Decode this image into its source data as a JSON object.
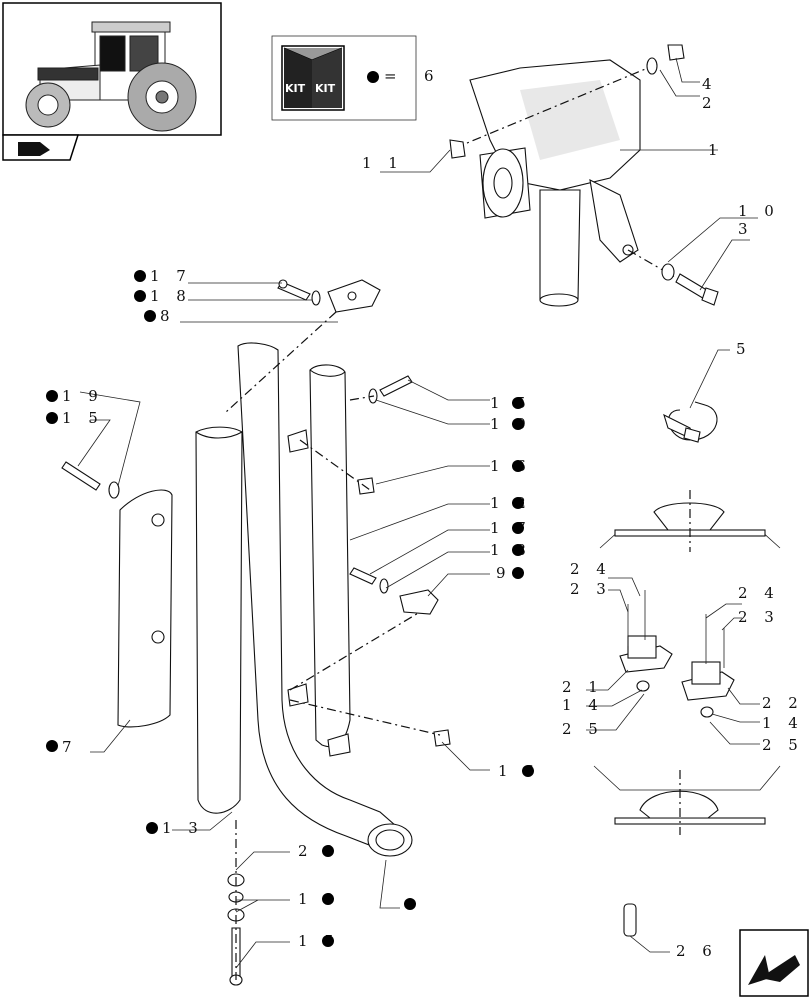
{
  "kit_box": {
    "kit_text": "KIT",
    "kit_text_2": "KIT",
    "equals": "=",
    "number": "6"
  },
  "callouts": [
    {
      "id": "c1",
      "text": "1",
      "dot": false
    },
    {
      "id": "c2",
      "text": "2",
      "dot": false
    },
    {
      "id": "c3",
      "text": "3",
      "dot": false
    },
    {
      "id": "c4",
      "text": "4",
      "dot": false
    },
    {
      "id": "c5",
      "text": "5",
      "dot": false
    },
    {
      "id": "c7",
      "text": "7",
      "dot": true
    },
    {
      "id": "c8",
      "text": "8",
      "dot": true
    },
    {
      "id": "c9",
      "text": "9",
      "dot": true
    },
    {
      "id": "c10",
      "text": "1 0",
      "dot": false
    },
    {
      "id": "c11",
      "text": "1 1",
      "dot": false
    },
    {
      "id": "c12",
      "text": "1 2",
      "dot": true
    },
    {
      "id": "c13",
      "text": "1 3",
      "dot": true
    },
    {
      "id": "c14a",
      "text": "1 4",
      "dot": false
    },
    {
      "id": "c14b",
      "text": "1 4",
      "dot": false
    },
    {
      "id": "c15a",
      "text": "1 5",
      "dot": true
    },
    {
      "id": "c15b",
      "text": "1 5",
      "dot": true
    },
    {
      "id": "c15c",
      "text": "1 5",
      "dot": true
    },
    {
      "id": "c16a",
      "text": "1 6",
      "dot": true
    },
    {
      "id": "c16b",
      "text": "1 6",
      "dot": true
    },
    {
      "id": "c17a",
      "text": "1 7",
      "dot": true
    },
    {
      "id": "c17b",
      "text": "1 7",
      "dot": true
    },
    {
      "id": "c18a",
      "text": "1 8",
      "dot": true
    },
    {
      "id": "c18b",
      "text": "1 8",
      "dot": true
    },
    {
      "id": "c19a",
      "text": "1 9",
      "dot": true
    },
    {
      "id": "c19b",
      "text": "1 9",
      "dot": true
    },
    {
      "id": "c19c",
      "text": "1 9",
      "dot": true
    },
    {
      "id": "c20",
      "text": "2 0",
      "dot": true
    },
    {
      "id": "c21",
      "text": "2 1",
      "dot": false
    },
    {
      "id": "c22",
      "text": "2 2",
      "dot": false
    },
    {
      "id": "c23a",
      "text": "2 3",
      "dot": false
    },
    {
      "id": "c23b",
      "text": "2 3",
      "dot": false
    },
    {
      "id": "c24a",
      "text": "2 4",
      "dot": false
    },
    {
      "id": "c24b",
      "text": "2 4",
      "dot": false
    },
    {
      "id": "c25a",
      "text": "2 5",
      "dot": false
    },
    {
      "id": "c25b",
      "text": "2 5",
      "dot": false
    },
    {
      "id": "c26",
      "text": "2 6",
      "dot": false
    },
    {
      "id": "cblank",
      "text": "",
      "dot": true
    }
  ]
}
